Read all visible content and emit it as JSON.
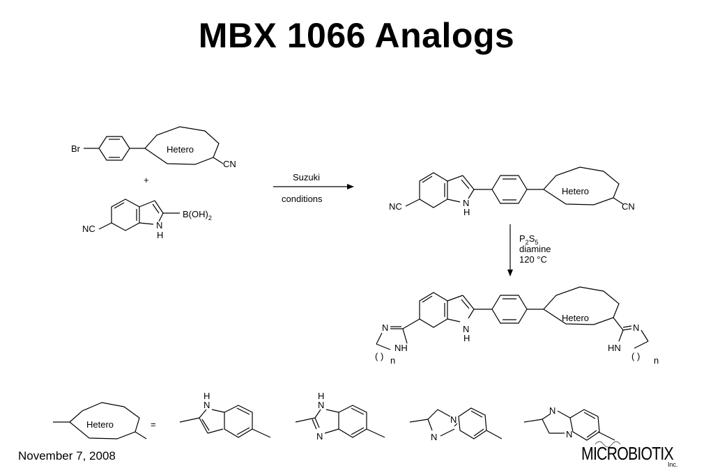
{
  "title": "MBX 1066 Analogs",
  "date": "November 7, 2008",
  "logo": {
    "name": "MICROBIOTIX",
    "suffix": "Inc."
  },
  "reactant1": {
    "br": "Br",
    "ring": "Hetero",
    "cn": "CN"
  },
  "plus": "+",
  "reactant2": {
    "nc": "NC",
    "boron": "B(OH)",
    "boron_sub": "2",
    "nh_n": "N",
    "nh_h": "H"
  },
  "step1": {
    "line1": "Suzuki",
    "line2": "conditions"
  },
  "product1": {
    "nc": "NC",
    "ring": "Hetero",
    "cn": "CN",
    "nh_n": "N",
    "nh_h": "H"
  },
  "step2": {
    "p": "P",
    "p_sub": "2",
    "s": "S",
    "s_sub": "5",
    "line2": "diamine",
    "line3": "120 °C"
  },
  "product2": {
    "ring": "Hetero",
    "n_left": "N",
    "nh_left": "NH",
    "paren_left": "(   )",
    "n_sub_left": "n",
    "nh_n": "N",
    "nh_h": "H",
    "n_right": "N",
    "hn_right": "HN",
    "paren_right": "(   )",
    "n_sub_right": "n"
  },
  "legend": {
    "ring": "Hetero",
    "equals": "=",
    "s1_n": "N",
    "s1_h": "H",
    "s2_n1": "N",
    "s2_h": "H",
    "s2_n2": "N",
    "s3_n1": "N",
    "s3_n2": "N",
    "s4_n1": "N",
    "s4_n2": "N"
  }
}
